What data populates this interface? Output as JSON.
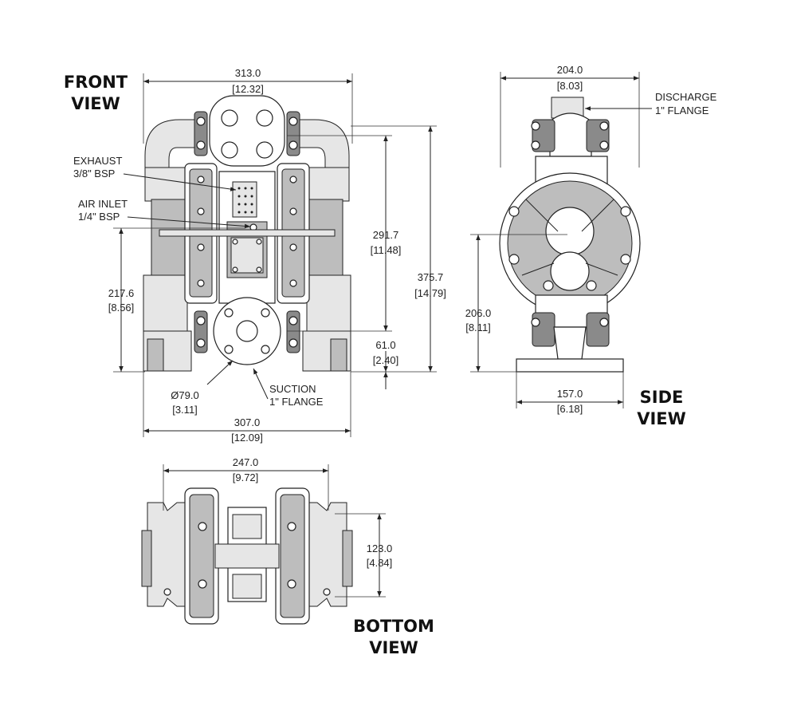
{
  "views": {
    "front": {
      "title_line1": "FRONT",
      "title_line2": "VIEW"
    },
    "side": {
      "title_line1": "SIDE",
      "title_line2": "VIEW"
    },
    "bottom": {
      "title_line1": "BOTTOM",
      "title_line2": "VIEW"
    }
  },
  "callouts": {
    "exhaust": {
      "line1": "EXHAUST",
      "line2": "3/8\" BSP"
    },
    "air_inlet": {
      "line1": "AIR INLET",
      "line2": "1/4\" BSP"
    },
    "suction": {
      "line1": "SUCTION",
      "line2": "1\" FLANGE"
    },
    "discharge": {
      "line1": "DISCHARGE",
      "line2": "1\" FLANGE"
    }
  },
  "dimensions": {
    "front_width": {
      "mm": "313.0",
      "in": "[12.32]"
    },
    "front_height_inner": {
      "mm": "291.7",
      "in": "[11.48]"
    },
    "front_height_total": {
      "mm": "375.7",
      "in": "[14.79]"
    },
    "front_inlet_height": {
      "mm": "217.6",
      "in": "[8.56]"
    },
    "front_suction_height": {
      "mm": "61.0",
      "in": "[2.40]"
    },
    "flange_diameter": {
      "mm": "Ø79.0",
      "in": "[3.11]"
    },
    "front_base_width": {
      "mm": "307.0",
      "in": "[12.09]"
    },
    "side_width": {
      "mm": "204.0",
      "in": "[8.03]"
    },
    "side_height": {
      "mm": "206.0",
      "in": "[8.11]"
    },
    "side_base_width": {
      "mm": "157.0",
      "in": "[6.18]"
    },
    "bottom_width": {
      "mm": "247.0",
      "in": "[9.72]"
    },
    "bottom_depth": {
      "mm": "123.0",
      "in": "[4.84]"
    }
  }
}
